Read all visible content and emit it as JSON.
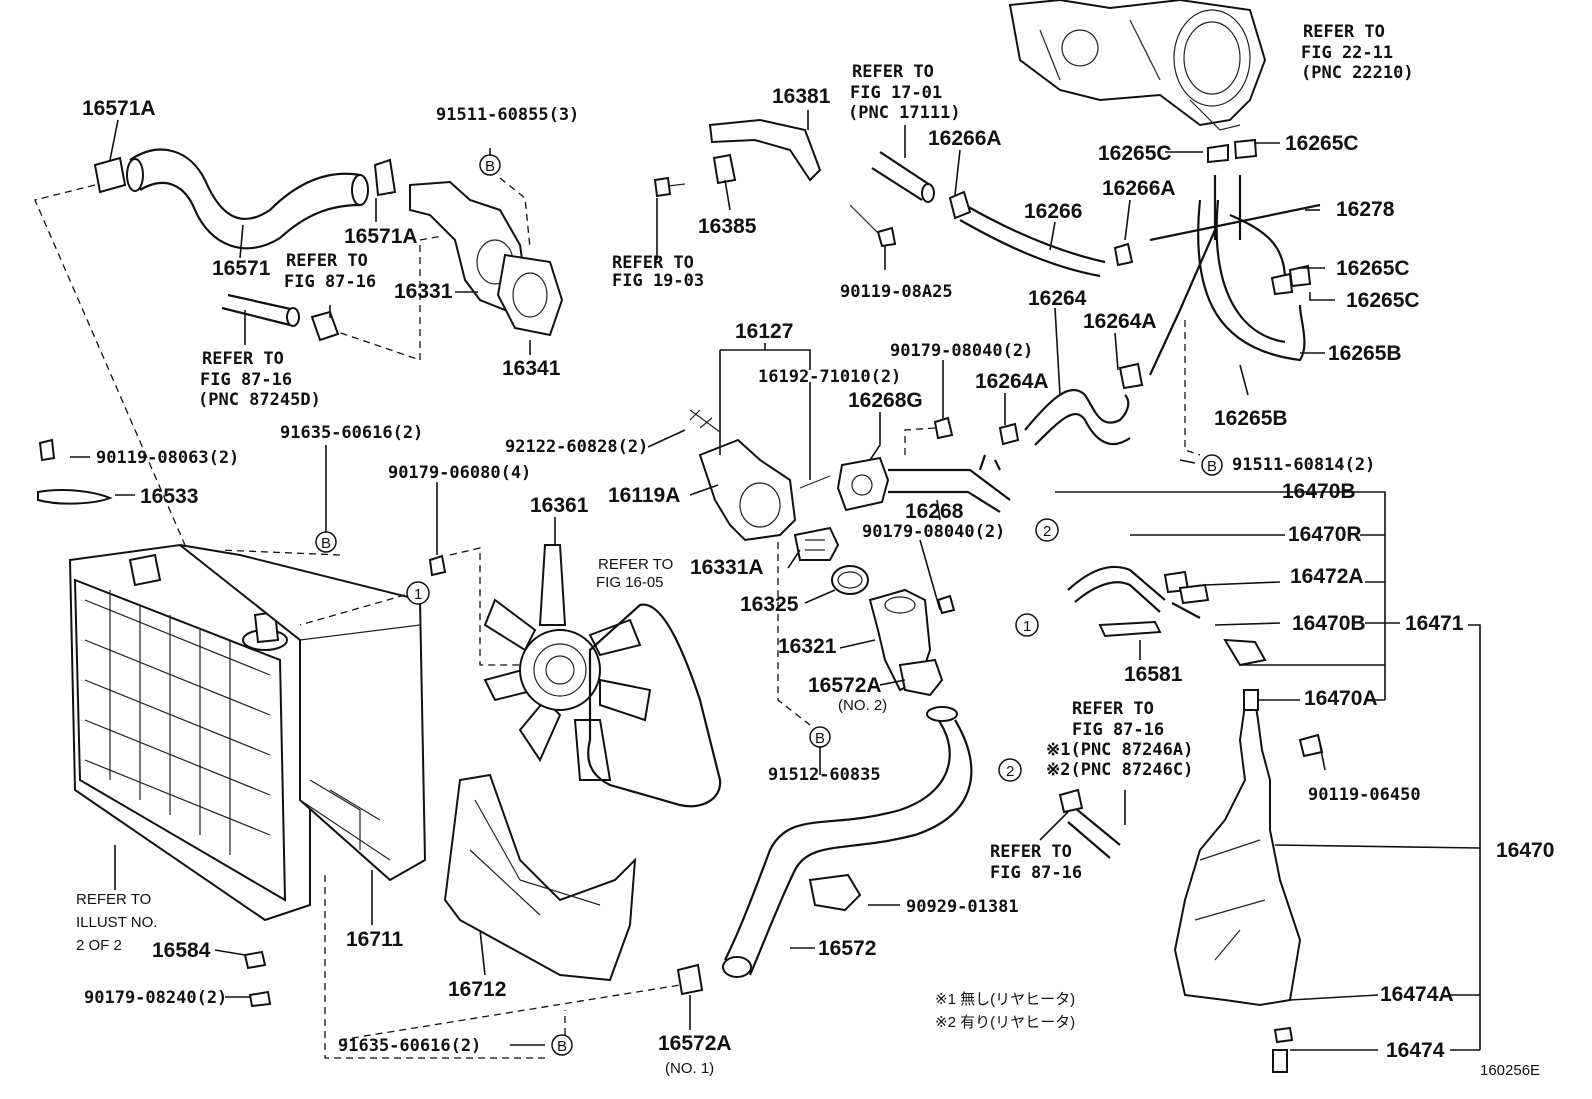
{
  "diagram_id": "160256E",
  "labels": {
    "p16571A_top": "16571A",
    "p16571": "16571",
    "p16571A_mid": "16571A",
    "p91511_60855": "91511-60855(3)",
    "p16331": "16331",
    "p16341": "16341",
    "ref_87_16_a": "REFER TO",
    "ref_87_16_b": "FIG 87-16",
    "ref_87245_a": "REFER TO",
    "ref_87245_b": "FIG 87-16",
    "ref_87245_c": "(PNC 87245D)",
    "p16381": "16381",
    "p16385": "16385",
    "ref_19_a": "REFER TO",
    "ref_19_b": "FIG 19-03",
    "ref_17_a": "REFER TO",
    "ref_17_b": "FIG 17-01",
    "ref_17_c": "(PNC 17111)",
    "p90119_08A25": "90119-08A25",
    "p16266A_a": "16266A",
    "p16266": "16266",
    "p16266A_b": "16266A",
    "ref_22_a": "REFER TO",
    "ref_22_b": "FIG 22-11",
    "ref_22_c": "(PNC 22210)",
    "p16265C_a": "16265C",
    "p16265C_b": "16265C",
    "p16278": "16278",
    "p16265C_c": "16265C",
    "p16265C_d": "16265C",
    "p16265B_a": "16265B",
    "p16265B_b": "16265B",
    "p16264": "16264",
    "p16264A_a": "16264A",
    "p16264A_b": "16264A",
    "p90179_08040_a": "90179-08040(2)",
    "p16268G": "16268G",
    "p16127": "16127",
    "p16192": "16192-71010(2)",
    "p92122": "92122-60828(2)",
    "p16119A": "16119A",
    "p16268": "16268",
    "p90179_08040_b": "90179-08040(2)",
    "p91511_60814": "91511-60814(2)",
    "p90119_08063": "90119-08063(2)",
    "p16533": "16533",
    "p91635_a": "91635-60616(2)",
    "p90179_06080": "90179-06080(4)",
    "p16361": "16361",
    "ref_16_a": "REFER TO",
    "ref_16_b": "FIG 16-05",
    "p16331A": "16331A",
    "p16325": "16325",
    "p16321": "16321",
    "p16572A_a": "16572A",
    "no2": "(NO. 2)",
    "p91512": "91512-60835",
    "p16470B_a": "16470B",
    "p16470R": "16470R",
    "p16472A": "16472A",
    "p16470B_b": "16470B",
    "p16471": "16471",
    "p16581": "16581",
    "p16470A": "16470A",
    "ref_8724_a": "REFER TO",
    "ref_8724_b": "FIG 87-16",
    "ref_8724_c": "※1(PNC 87246A)",
    "ref_8724_d": "※2(PNC 87246C)",
    "p90119_06450": "90119-06450",
    "ref_8716_x_a": "REFER TO",
    "ref_8716_x_b": "FIG 87-16",
    "p16470": "16470",
    "p90929": "90929-01381",
    "p16572": "16572",
    "illust_a": "REFER TO",
    "illust_b": "ILLUST NO.",
    "illust_c": "2 OF 2",
    "p16584": "16584",
    "p90179_08240": "90179-08240(2)",
    "p16711": "16711",
    "p16712": "16712",
    "p91635_b": "91635-60616(2)",
    "p16572A_b": "16572A",
    "no1": "(NO. 1)",
    "note1": "※1 無し(リヤヒータ)",
    "note2": "※2 有り(リヤヒータ)",
    "p16474A": "16474A",
    "p16474": "16474",
    "mark_B": "B",
    "mark_1": "1",
    "mark_2": "2"
  }
}
